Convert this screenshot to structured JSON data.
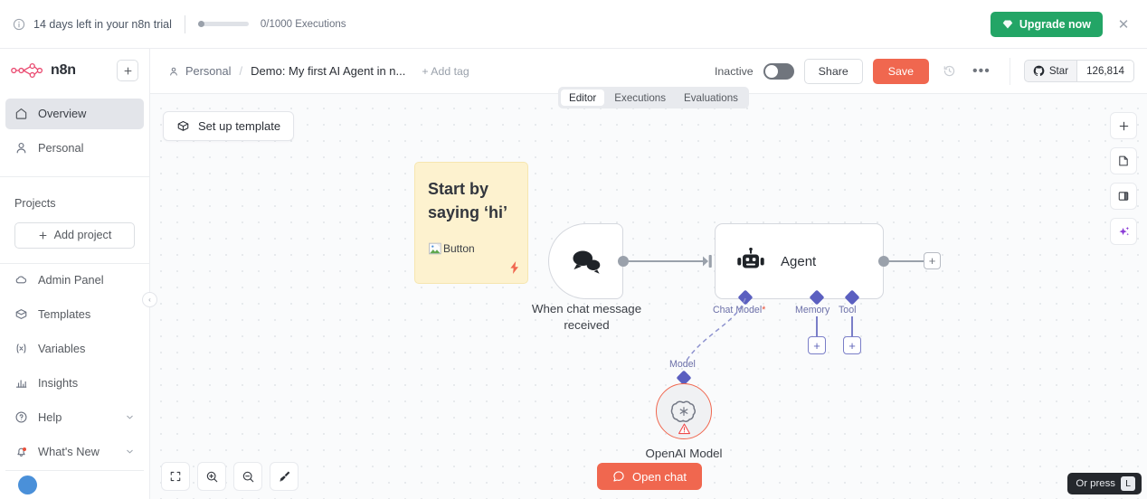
{
  "banner": {
    "info_icon": "info-circle-icon",
    "text": "14 days left in your n8n trial",
    "executions_text": "0/1000 Executions",
    "upgrade_label": "Upgrade now",
    "upgrade_icon": "gem-icon",
    "close_icon": "close-icon",
    "upgrade_color": "#23a566"
  },
  "sidebar": {
    "logo_text": "n8n",
    "logo_icon": "n8n-logo-icon",
    "add_icon": "plus-icon",
    "items": [
      {
        "label": "Overview",
        "icon": "home-icon",
        "active": true
      },
      {
        "label": "Personal",
        "icon": "person-icon",
        "active": false
      }
    ],
    "projects_label": "Projects",
    "add_project_label": "Add project",
    "bottom_items": [
      {
        "label": "Admin Panel",
        "icon": "cloud-icon",
        "chevron": false
      },
      {
        "label": "Templates",
        "icon": "template-icon",
        "chevron": false
      },
      {
        "label": "Variables",
        "icon": "variable-icon",
        "chevron": false
      },
      {
        "label": "Insights",
        "icon": "chart-bar-icon",
        "chevron": false
      },
      {
        "label": "Help",
        "icon": "question-circle-icon",
        "chevron": true
      },
      {
        "label": "What's New",
        "icon": "bell-icon",
        "chevron": true
      }
    ]
  },
  "header": {
    "breadcrumb_project": "Personal",
    "breadcrumb_separator": "/",
    "workflow_title": "Demo: My first AI Agent in n...",
    "add_tag_label": "+ Add tag",
    "active_state_label": "Inactive",
    "share_label": "Share",
    "save_label": "Save",
    "history_icon": "history-icon",
    "more_icon": "ellipsis-icon",
    "star_label": "Star",
    "star_icon": "github-icon",
    "star_count": "126,814",
    "save_color": "#f0674f"
  },
  "tabs": [
    {
      "label": "Editor",
      "active": true
    },
    {
      "label": "Executions",
      "active": false
    },
    {
      "label": "Evaluations",
      "active": false
    }
  ],
  "canvas": {
    "setup_template_label": "Set up template",
    "setup_template_icon": "box-icon",
    "sticky_note": {
      "title": "Start by saying ‘hi’",
      "broken_image_alt": "Button",
      "bolt_icon": "lightning-bolt-icon",
      "background": "#fdf2cf"
    },
    "nodes": [
      {
        "id": "trigger",
        "label": "When chat message received",
        "icon": "chat-bubbles-icon",
        "type": "trigger"
      },
      {
        "id": "agent",
        "label": "Agent",
        "icon": "robot-icon",
        "type": "action"
      },
      {
        "id": "openai",
        "label": "OpenAI Model",
        "icon": "openai-icon",
        "status_icon": "warning-triangle-icon",
        "type": "sub-node",
        "border_color": "#f0674f"
      }
    ],
    "sub_connectors": [
      {
        "label": "Chat Model",
        "required": true,
        "required_marker": "*"
      },
      {
        "label": "Memory",
        "required": false,
        "required_marker": ""
      },
      {
        "label": "Tool",
        "required": false,
        "required_marker": ""
      }
    ],
    "model_connector_label": "Model",
    "open_chat_label": "Open chat",
    "open_chat_icon": "chat-bubble-icon",
    "zoom_controls": [
      {
        "icon": "fit-to-screen-icon",
        "name": "zoom-to-fit-button"
      },
      {
        "icon": "zoom-in-icon",
        "name": "zoom-in-button"
      },
      {
        "icon": "zoom-out-icon",
        "name": "zoom-out-button"
      },
      {
        "icon": "tidy-up-broom-icon",
        "name": "tidy-up-button"
      }
    ],
    "right_toolbar": [
      {
        "icon": "plus-icon",
        "name": "add-node-button"
      },
      {
        "icon": "sticky-note-icon",
        "name": "add-sticky-note-button"
      },
      {
        "icon": "panel-icon",
        "name": "toggle-panel-button"
      },
      {
        "icon": "ai-sparkle-icon",
        "name": "ai-assistant-button"
      }
    ],
    "hint": {
      "text": "Or press",
      "key": "L"
    }
  }
}
